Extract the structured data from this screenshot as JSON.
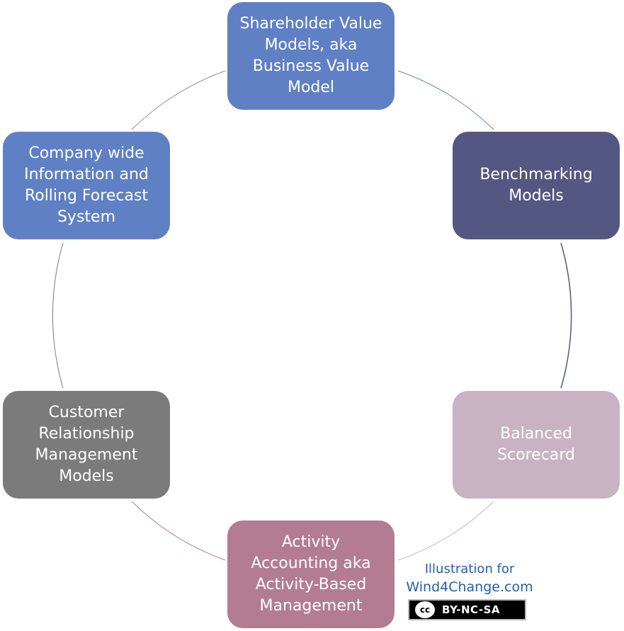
{
  "nodes": [
    {
      "id": "shareholder",
      "label": "Shareholder Value\nModels, aka\nBusiness Value\nModel",
      "color": "#5f80c4"
    },
    {
      "id": "benchmark",
      "label": "Benchmarking\nModels",
      "color": "#535781"
    },
    {
      "id": "balanced",
      "label": "Balanced\nScorecard",
      "color": "#c9b3c2"
    },
    {
      "id": "activity",
      "label": "Activity\nAccounting aka\nActivity-Based\nManagement",
      "color": "#b37c91"
    },
    {
      "id": "crm",
      "label": "Customer\nRelationship\nManagement\nModels",
      "color": "#7b7b7b"
    },
    {
      "id": "company",
      "label": "Company wide\nInformation and\nRolling Forecast\nSystem",
      "color": "#5f80c4"
    }
  ],
  "arc_colors": [
    "#5f80c4",
    "#535781",
    "#c9b3c2",
    "#b37c91",
    "#7b7b7b",
    "#8a8fa8"
  ],
  "credit": {
    "line1": "Illustration for",
    "line2": "Wind4Change.com",
    "license": "BY-NC-SA",
    "license_icon": "cc-icon"
  }
}
